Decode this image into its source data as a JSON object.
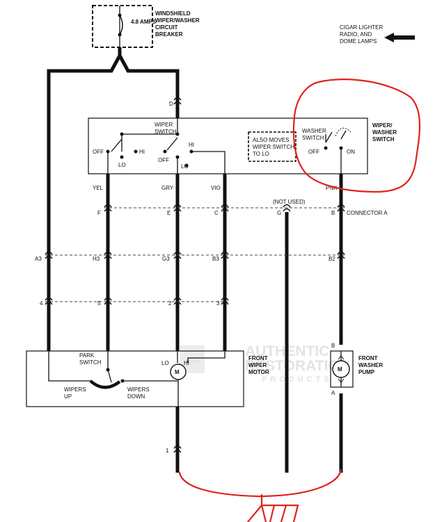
{
  "breaker": {
    "rating": "4.8 AMPS",
    "title_lines": [
      "WINDSHIELD",
      "WIPER/WASHER",
      "CIRCUIT",
      "BREAKER"
    ]
  },
  "feed_note": {
    "lines": [
      "CIGAR LIGHTER",
      "RADIO, AND",
      "DOME LAMPS"
    ]
  },
  "switch_assembly": {
    "title_lines": [
      "WIPER/",
      "WASHER",
      "SWITCH"
    ],
    "wiper_switch_lines": [
      "WIPER",
      "SWITCH"
    ],
    "washer_switch_lines": [
      "WASHER",
      "SWITCH"
    ],
    "note_lines": [
      "ALSO MOVES",
      "WIPER SWITCH",
      "TO LO"
    ],
    "terminal_d": "D",
    "left_off": "OFF",
    "left_hi": "HI",
    "left_lo": "LO",
    "mid_off": "OFF",
    "mid_hi": "HI",
    "mid_lo": "LO",
    "washer_off": "OFF",
    "washer_on": "ON"
  },
  "wire_colors": {
    "yel": "YEL",
    "gry": "GRY",
    "vio": "VIO",
    "pnk": "PNK"
  },
  "connector_a": {
    "label": "CONNECTOR A",
    "not_used": "(NOT USED)",
    "pins": {
      "f": "F",
      "e": "E",
      "c": "C",
      "g": "G",
      "b": "B"
    }
  },
  "connector_row2": {
    "a3": "A3",
    "h3": "H3",
    "g3": "G3",
    "b3": "B3",
    "b2": "B2"
  },
  "connector_row3": {
    "p4": "4",
    "p5": "5",
    "p2": "2",
    "p3": "3"
  },
  "motor": {
    "title_lines": [
      "FRONT",
      "WIPER",
      "MOTOR"
    ],
    "park_switch_lines": [
      "PARK",
      "SWITCH"
    ],
    "wipers_up_lines": [
      "WIPERS",
      "UP"
    ],
    "wipers_down_lines": [
      "WIPERS",
      "DOWN"
    ],
    "lo": "LO",
    "hi": "HI",
    "symbol": "M"
  },
  "pump": {
    "title_lines": [
      "FRONT",
      "WASHER",
      "PUMP"
    ],
    "b": "B",
    "a": "A",
    "symbol": "M"
  },
  "ground_pin": "1",
  "watermark": {
    "line1": "AUTHENTIC",
    "line2": "RESTORATION",
    "line3": "PRODUCTS",
    "badge": "mopar"
  },
  "colors": {
    "ink": "#111111",
    "annotation_red": "#e0211c",
    "watermark": "#e3e3e3"
  }
}
